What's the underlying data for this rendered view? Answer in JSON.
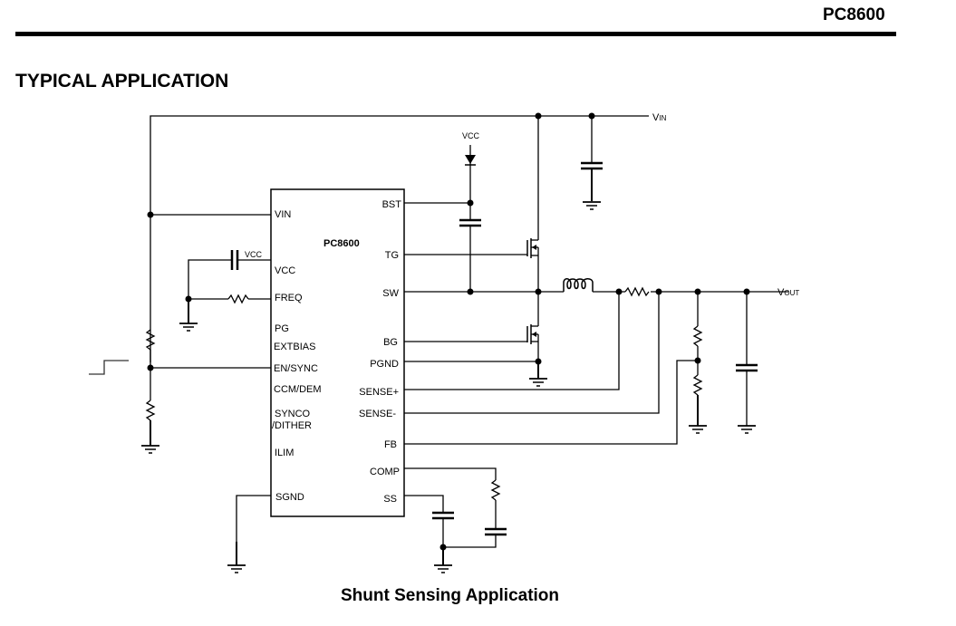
{
  "header": {
    "part_number": "PC8600",
    "section_title": "TYPICAL APPLICATION"
  },
  "diagram": {
    "caption": "Shunt Sensing Application",
    "ic": {
      "name": "PC8600",
      "left_pins": [
        "VIN",
        "VCC",
        "FREQ",
        "PG",
        "EXTBIAS",
        "EN/SYNC",
        "CCM/DEM",
        "SYNCO",
        "/DITHER",
        "ILIM",
        "SGND"
      ],
      "right_pins": [
        "BST",
        "TG",
        "SW",
        "BG",
        "PGND",
        "SENSE+",
        "SENSE-",
        "FB",
        "COMP",
        "SS"
      ]
    },
    "net_labels": {
      "vin_main": "V",
      "vin_sub": "IN",
      "vout_main": "V",
      "vout_sub": "OUT",
      "vcc_diode": "VCC",
      "vcc_cap": "VCC"
    },
    "components": [
      {
        "type": "capacitor",
        "role": "input-cap"
      },
      {
        "type": "diode",
        "role": "bootstrap-diode"
      },
      {
        "type": "capacitor",
        "role": "bootstrap-cap"
      },
      {
        "type": "nmos",
        "role": "high-side-fet"
      },
      {
        "type": "nmos",
        "role": "low-side-fet"
      },
      {
        "type": "inductor",
        "role": "output-inductor"
      },
      {
        "type": "resistor",
        "role": "shunt-resistor"
      },
      {
        "type": "resistor",
        "role": "fb-divider-top"
      },
      {
        "type": "resistor",
        "role": "fb-divider-bottom"
      },
      {
        "type": "capacitor",
        "role": "output-cap"
      },
      {
        "type": "capacitor",
        "role": "vcc-cap"
      },
      {
        "type": "resistor",
        "role": "freq-resistor"
      },
      {
        "type": "resistor",
        "role": "en-divider-top"
      },
      {
        "type": "resistor",
        "role": "en-divider-bottom"
      },
      {
        "type": "capacitor",
        "role": "ss-cap"
      },
      {
        "type": "resistor",
        "role": "comp-resistor"
      },
      {
        "type": "capacitor",
        "role": "comp-cap"
      },
      {
        "type": "step-signal",
        "role": "enable-signal"
      }
    ]
  }
}
